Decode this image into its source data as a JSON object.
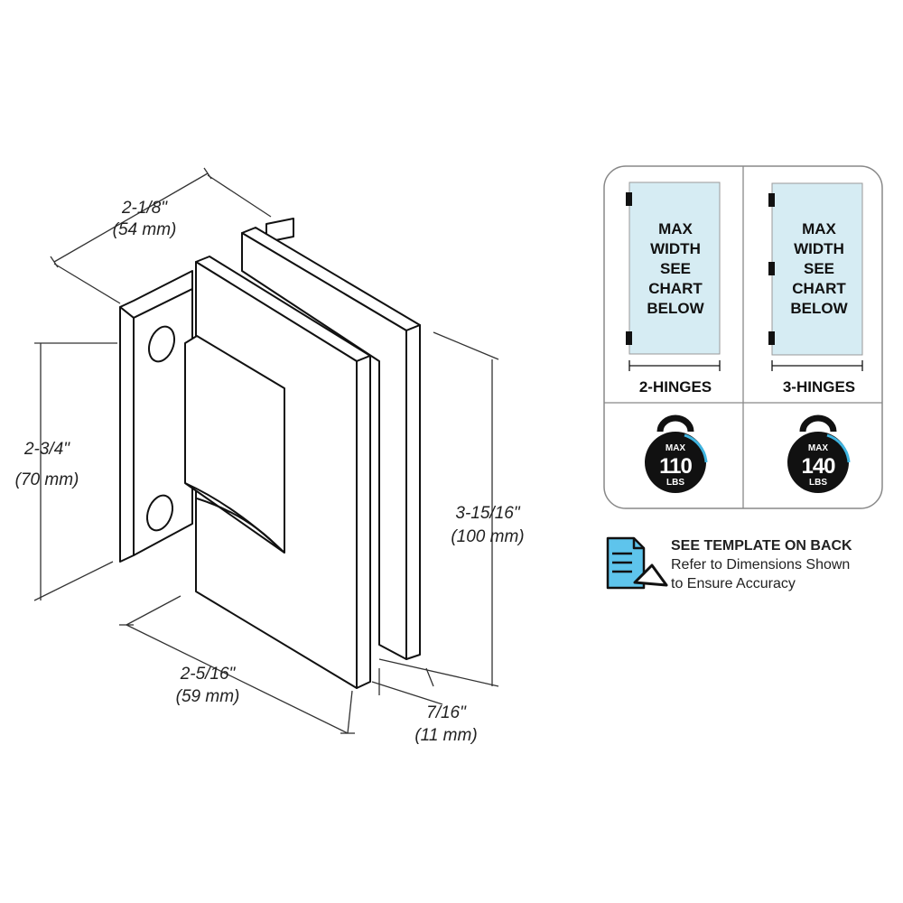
{
  "dimensions": {
    "depth": {
      "imperial": "2-1/8\"",
      "metric": "(54 mm)"
    },
    "plate_height": {
      "imperial": "2-3/4\"",
      "metric": "(70 mm)"
    },
    "total_height": {
      "imperial": "3-15/16\"",
      "metric": "(100 mm)"
    },
    "width": {
      "imperial": "2-5/16\"",
      "metric": "(59 mm)"
    },
    "glass_thickness": {
      "imperial": "7/16\"",
      "metric": "(11 mm)"
    }
  },
  "panels": [
    {
      "lines": [
        "MAX",
        "WIDTH",
        "SEE",
        "CHART",
        "BELOW"
      ],
      "label": "2-HINGES",
      "weight": {
        "top": "MAX",
        "value": "110",
        "unit": "LBS"
      }
    },
    {
      "lines": [
        "MAX",
        "WIDTH",
        "SEE",
        "CHART",
        "BELOW"
      ],
      "label": "3-HINGES",
      "weight": {
        "top": "MAX",
        "value": "140",
        "unit": "LBS"
      }
    }
  ],
  "note": {
    "heading": "SEE TEMPLATE ON BACK",
    "line1": "Refer to Dimensions Shown",
    "line2": "to Ensure Accuracy"
  },
  "colors": {
    "glass": "#d6ecf3",
    "accent": "#3fb4e0",
    "ink": "#111111"
  }
}
